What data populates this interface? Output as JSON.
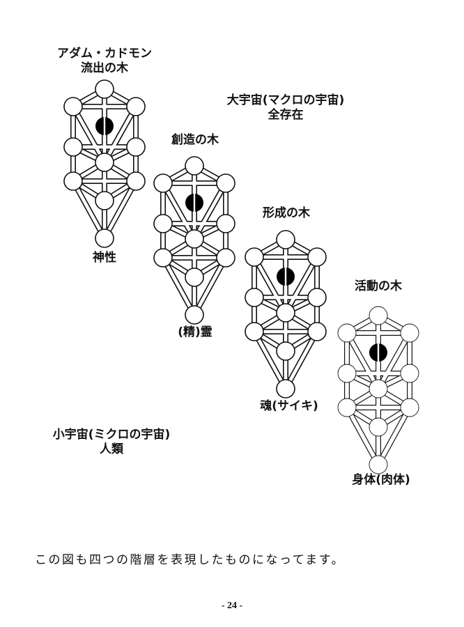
{
  "labels": {
    "adam_line1": "アダム・カドモン",
    "adam_line2": "流出の木",
    "macro_line1": "大宇宙(マクロの宇宙)",
    "macro_line2": "全存在",
    "creation_tree": "創造の木",
    "formation_tree": "形成の木",
    "action_tree": "活動の木",
    "divinity": "神性",
    "spirit": "(精)霊",
    "soul": "魂(サイキ)",
    "body": "身体(肉体)",
    "micro_line1": "小宇宙(ミクロの宇宙)",
    "micro_line2": "人類"
  },
  "caption": "この図も四つの階層を表現したものになってます。",
  "page_number": "- 24 -",
  "colors": {
    "ink": "#111111",
    "paper": "#ffffff",
    "hidden_sphere": "#000000"
  }
}
